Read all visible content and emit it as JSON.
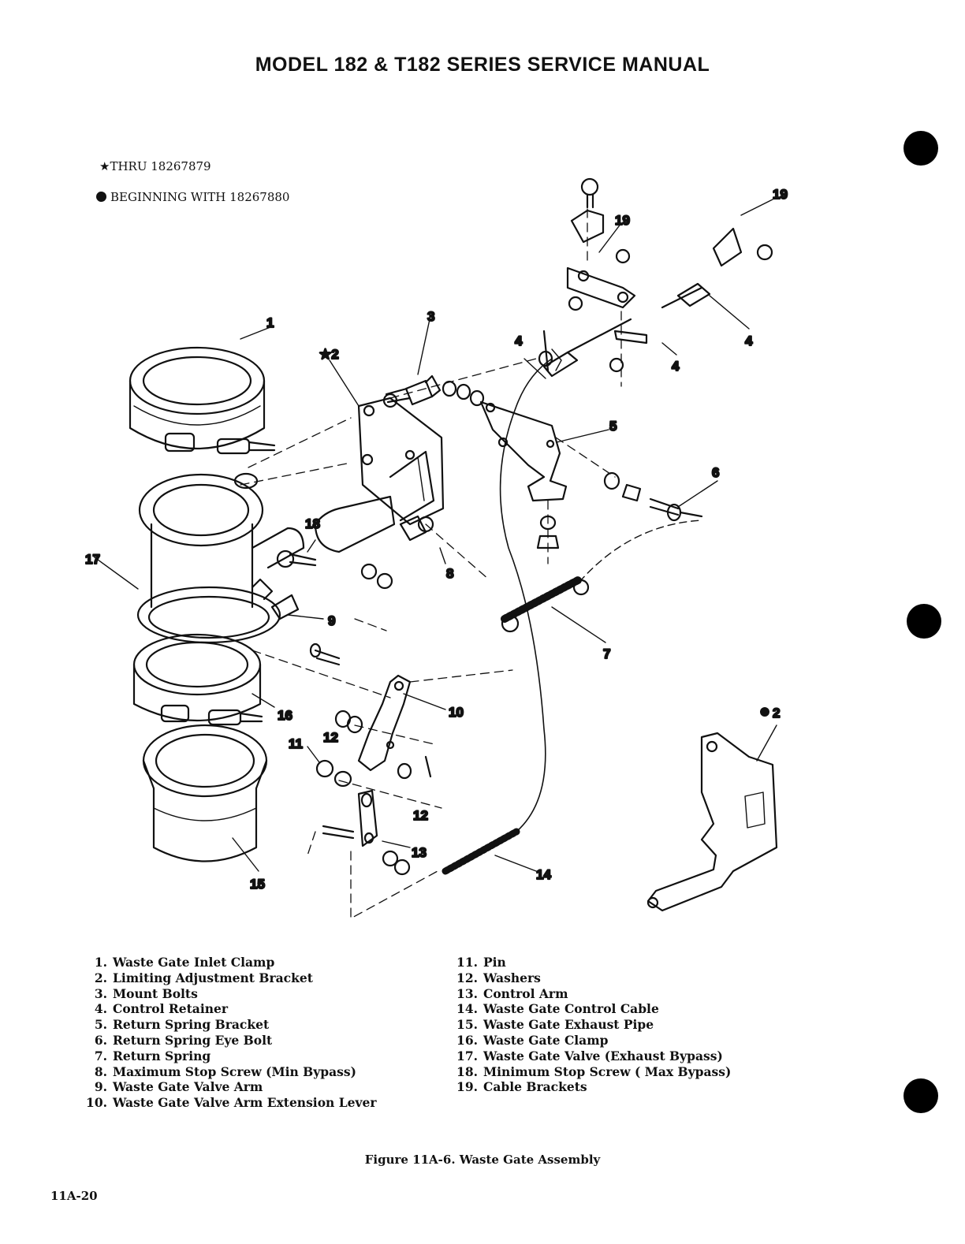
{
  "header": {
    "title": "MODEL 182 & T182 SERIES SERVICE MANUAL"
  },
  "effectivity": {
    "star_symbol": "★",
    "star_text": "THRU 18267879",
    "dot_text": "BEGINNING WITH  18267880"
  },
  "callouts": {
    "c1": "1",
    "c2star": "2",
    "c3": "3",
    "c4a": "4",
    "c4b": "4",
    "c4c": "4",
    "c5": "5",
    "c6": "6",
    "c7": "7",
    "c8": "8",
    "c9": "9",
    "c10": "10",
    "c11": "11",
    "c12a": "12",
    "c12b": "12",
    "c13": "13",
    "c14": "14",
    "c15": "15",
    "c16": "16",
    "c17": "17",
    "c18": "18",
    "c19a": "19",
    "c19b": "19",
    "c2dot": "2"
  },
  "parts": {
    "left": [
      {
        "num": "1.",
        "name": "Waste Gate Inlet Clamp"
      },
      {
        "num": "2.",
        "name": "Limiting Adjustment Bracket"
      },
      {
        "num": "3.",
        "name": "Mount Bolts"
      },
      {
        "num": "4.",
        "name": "Control Retainer"
      },
      {
        "num": "5.",
        "name": "Return Spring Bracket"
      },
      {
        "num": "6.",
        "name": "Return Spring Eye Bolt"
      },
      {
        "num": "7.",
        "name": "Return Spring"
      },
      {
        "num": "8.",
        "name": "Maximum Stop Screw (Min Bypass)"
      },
      {
        "num": "9.",
        "name": "Waste Gate Valve Arm"
      },
      {
        "num": "10.",
        "name": "Waste Gate Valve Arm Extension Lever"
      }
    ],
    "right": [
      {
        "num": "11.",
        "name": "Pin"
      },
      {
        "num": "12.",
        "name": "Washers"
      },
      {
        "num": "13.",
        "name": "Control Arm"
      },
      {
        "num": "14.",
        "name": "Waste Gate Control Cable"
      },
      {
        "num": "15.",
        "name": "Waste Gate Exhaust Pipe"
      },
      {
        "num": "16.",
        "name": "Waste Gate Clamp"
      },
      {
        "num": "17.",
        "name": "Waste Gate Valve (Exhaust Bypass)"
      },
      {
        "num": "18.",
        "name": "Minimum Stop Screw ( Max Bypass)"
      },
      {
        "num": "19.",
        "name": "Cable Brackets"
      }
    ]
  },
  "caption": "Figure 11A-6.  Waste Gate Assembly",
  "page_number": "11A-20"
}
